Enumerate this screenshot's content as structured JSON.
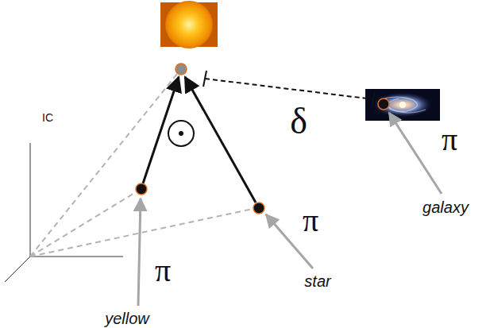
{
  "diagram": {
    "labels": [
      "IC",
      "δ",
      "π",
      "π",
      "π",
      "yellow",
      "star",
      "galaxy"
    ]
  }
}
